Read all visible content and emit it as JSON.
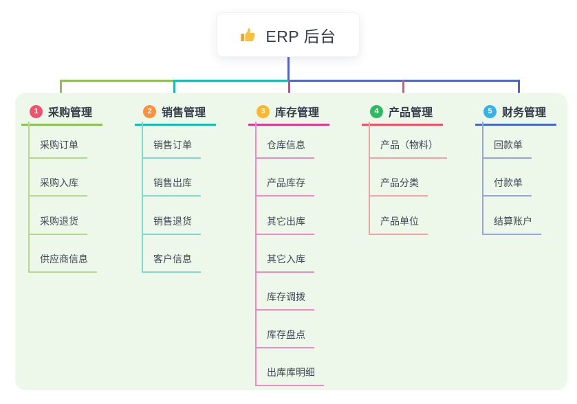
{
  "root": {
    "label": "ERP 后台",
    "icon": "thumbs-up-icon"
  },
  "colors": {
    "panel_bg": "#eef8ea",
    "root_connector": "#5560cf",
    "connector_left": "#8cc152",
    "connector_middle": "#15bdb2",
    "connector_right": "#4d64d3"
  },
  "branches": [
    {
      "number": "1",
      "title": "采购管理",
      "badge_color": "#f2506e",
      "line_color": "#8cc152",
      "child_line_color": "#b3d98b",
      "drop_color": "#8cc152",
      "children": [
        "采购订单",
        "采购入库",
        "采购退货",
        "供应商信息"
      ]
    },
    {
      "number": "2",
      "title": "销售管理",
      "badge_color": "#fd8f3d",
      "line_color": "#15bdb2",
      "child_line_color": "#7ed8cf",
      "drop_color": "#15bdb2",
      "children": [
        "销售订单",
        "销售出库",
        "销售退货",
        "客户信息"
      ]
    },
    {
      "number": "3",
      "title": "库存管理",
      "badge_color": "#fcb827",
      "line_color": "#e03a94",
      "child_line_color": "#f089c4",
      "drop_color": "#e03a94",
      "children": [
        "仓库信息",
        "产品库存",
        "其它出库",
        "其它入库",
        "库存调拨",
        "库存盘点",
        "出库库明细"
      ]
    },
    {
      "number": "4",
      "title": "产品管理",
      "badge_color": "#2eba60",
      "line_color": "#f2506b",
      "child_line_color": "#f89fa6",
      "drop_color": "#f2506b",
      "children": [
        "产品（物料）",
        "产品分类",
        "产品单位"
      ]
    },
    {
      "number": "5",
      "title": "财务管理",
      "badge_color": "#35b2e8",
      "line_color": "#4766d2",
      "child_line_color": "#93a6e2",
      "drop_color": "#4766d2",
      "children": [
        "回款单",
        "付款单",
        "结算账户"
      ]
    }
  ]
}
